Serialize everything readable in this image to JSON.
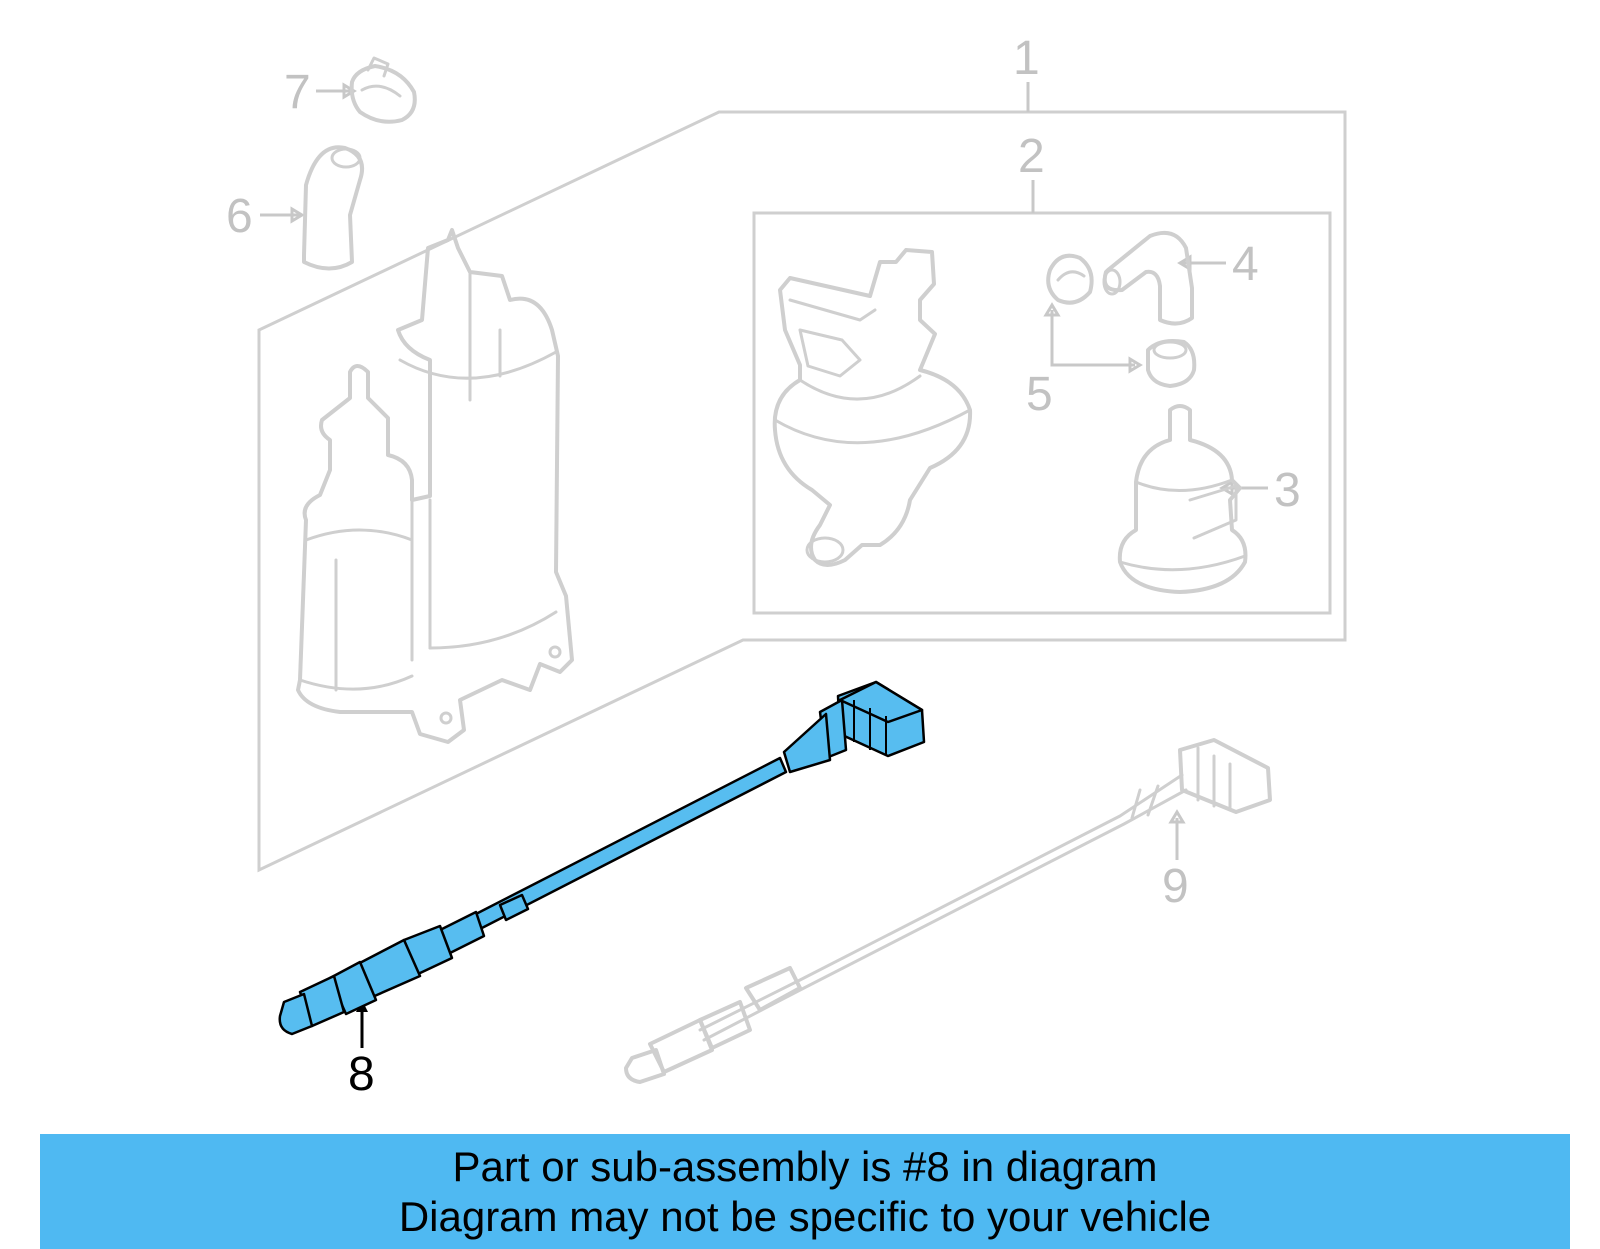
{
  "callouts": {
    "c1": "1",
    "c2": "2",
    "c3": "3",
    "c4": "4",
    "c5": "5",
    "c6": "6",
    "c7": "7",
    "c8": "8",
    "c9": "9"
  },
  "highlight": {
    "part_number": "8",
    "color": "#57bdf0"
  },
  "banner": {
    "line1": "Part or sub-assembly is #8 in diagram",
    "line2": "Diagram may not be specific to your vehicle",
    "background": "#4fb9f2"
  }
}
